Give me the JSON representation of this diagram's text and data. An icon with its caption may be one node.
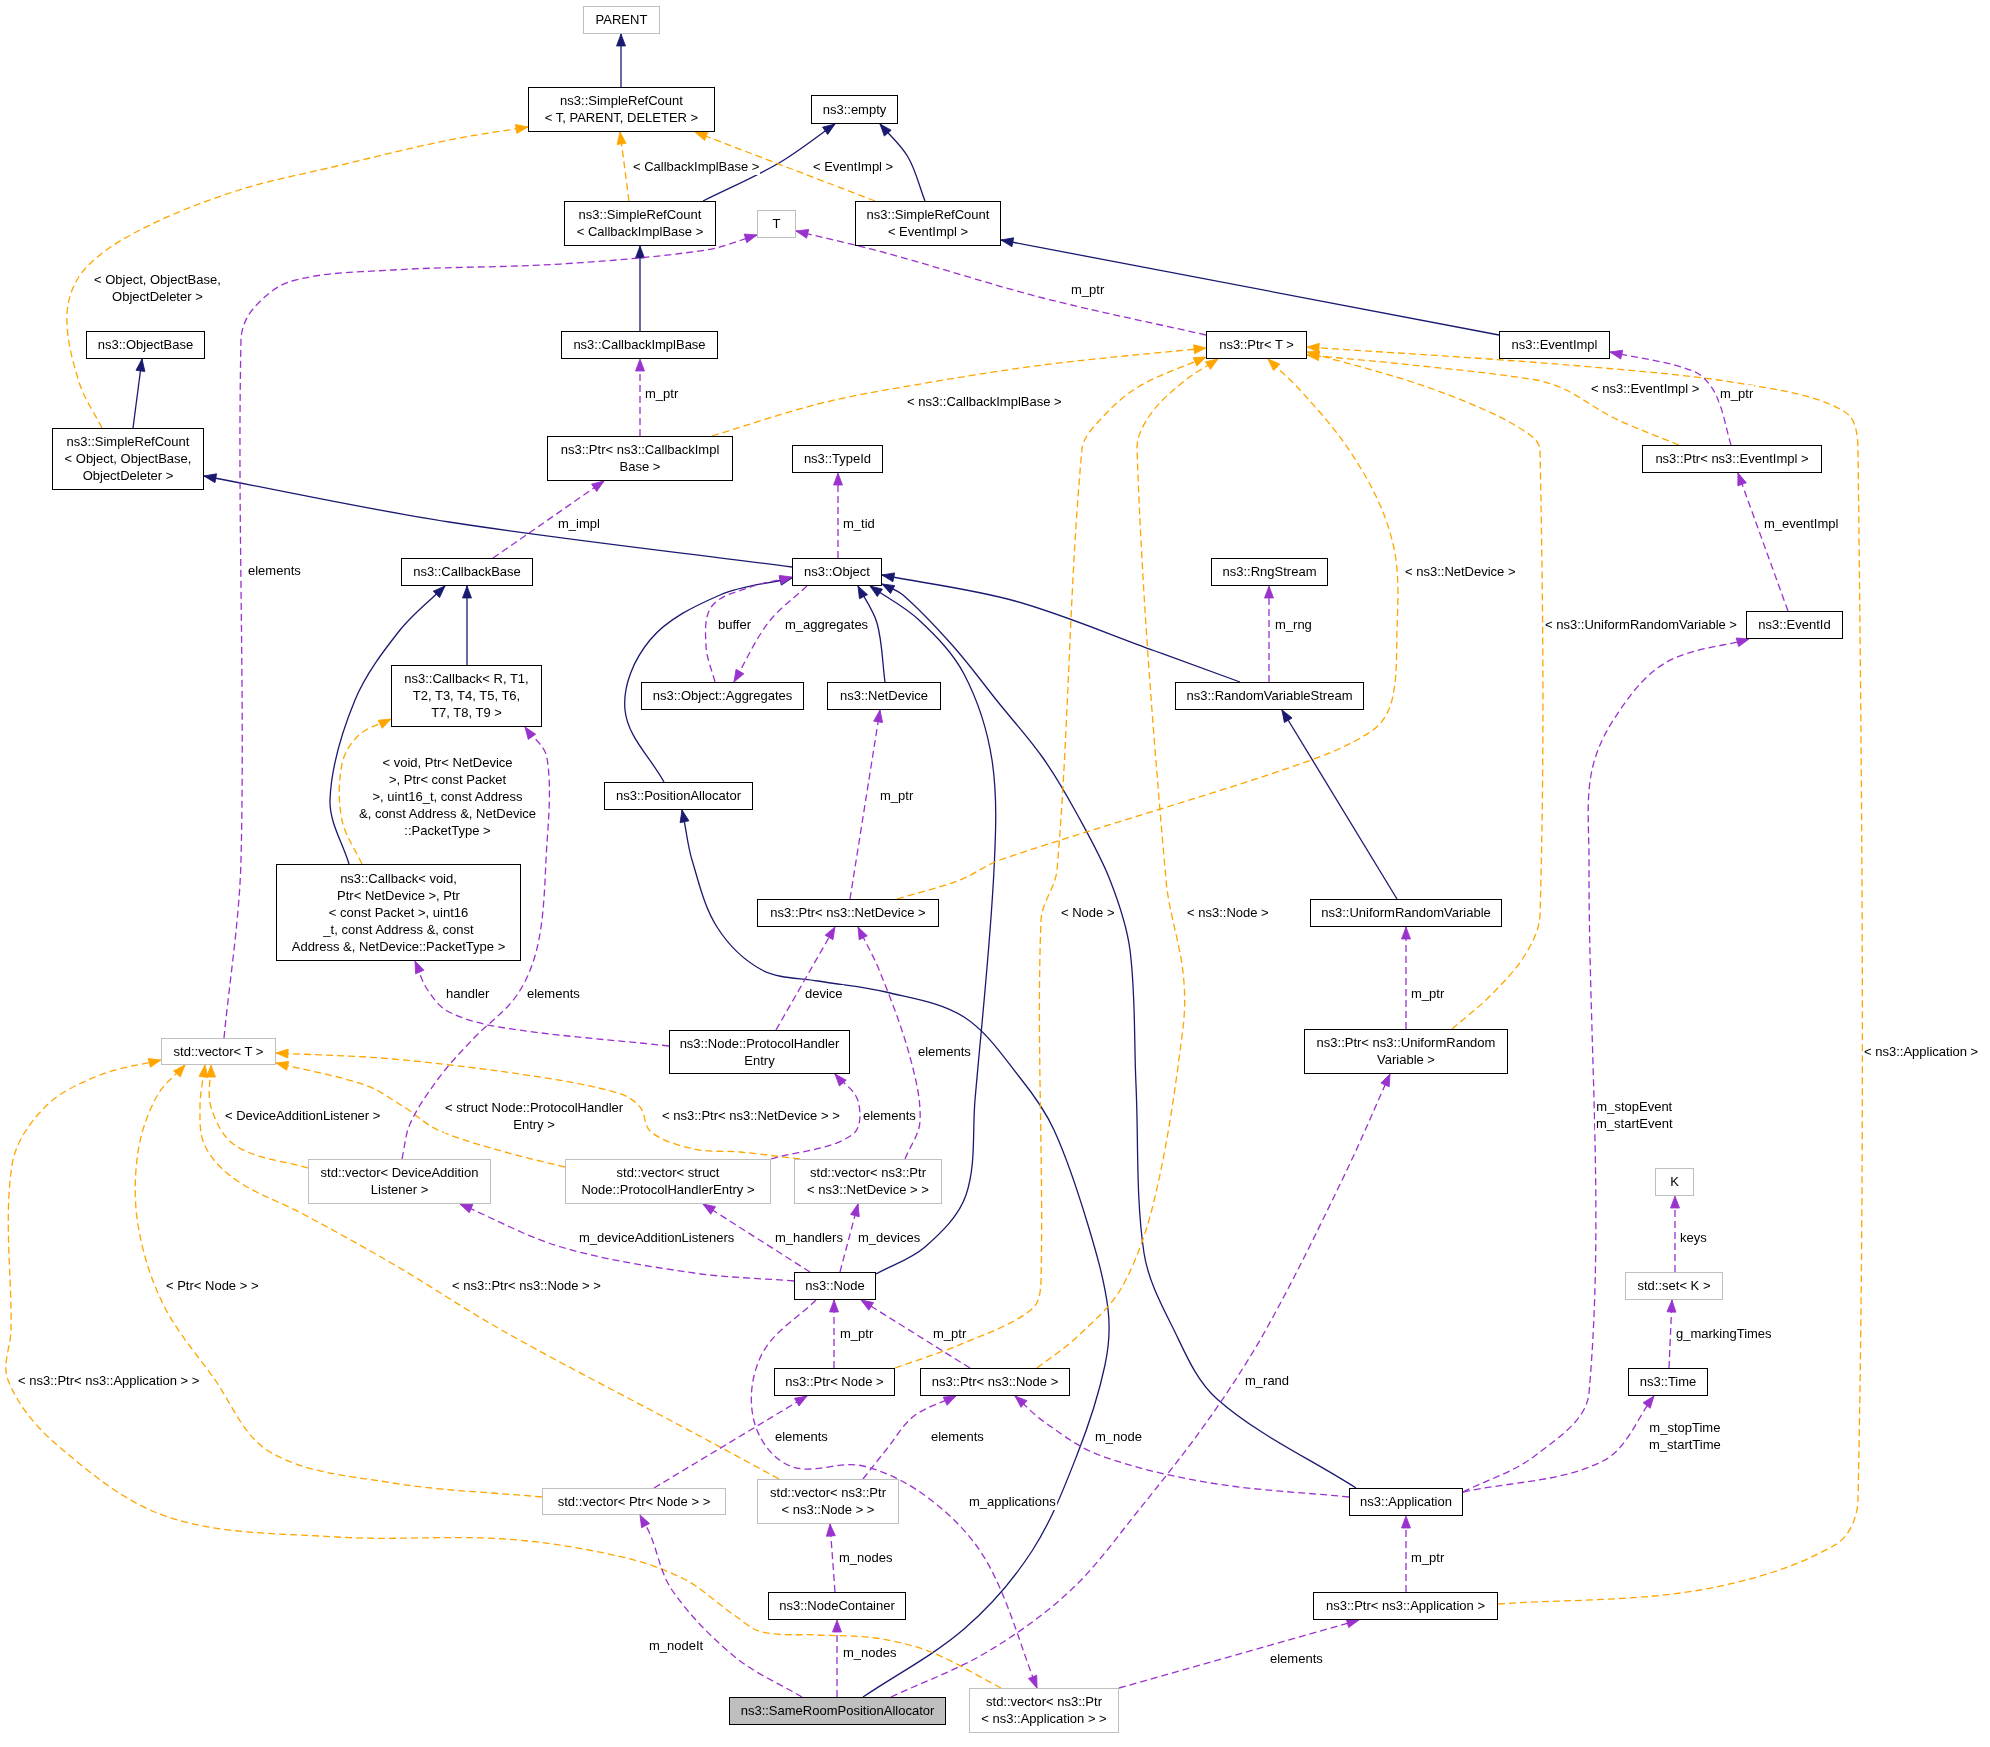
{
  "diagram": {
    "nodes": [
      {
        "text": [
          "PARENT"
        ]
      },
      {
        "text": [
          "ns3::SimpleRefCount < T, PARENT, DELETER >"
        ]
      },
      {
        "text": [
          "ns3::empty"
        ]
      },
      {
        "text": [
          "ns3::SimpleRefCount < CallbackImplBase >"
        ]
      },
      {
        "text": [
          "T"
        ]
      },
      {
        "text": [
          "ns3::SimpleRefCount < EventImpl >"
        ]
      },
      {
        "text": [
          "ns3::ObjectBase"
        ]
      },
      {
        "text": [
          "ns3::CallbackImplBase"
        ]
      },
      {
        "text": [
          "ns3::Ptr< T >"
        ]
      },
      {
        "text": [
          "ns3::EventImpl"
        ]
      },
      {
        "text": [
          "ns3::SimpleRefCount < Object, ObjectBase, ObjectDeleter >"
        ]
      },
      {
        "text": [
          "ns3::Ptr< ns3::CallbackImpl Base >"
        ]
      },
      {
        "text": [
          "ns3::TypeId"
        ]
      },
      {
        "text": [
          "ns3::Ptr< ns3::EventImpl >"
        ]
      },
      {
        "text": [
          "ns3::CallbackBase"
        ]
      },
      {
        "text": [
          "ns3::Object"
        ]
      },
      {
        "text": [
          "ns3::RngStream"
        ]
      },
      {
        "text": [
          "ns3::EventId"
        ]
      },
      {
        "text": [
          "ns3::Callback< R, T1, T2, T3, T4, T5, T6, T7, T8, T9 >"
        ]
      },
      {
        "text": [
          "ns3::Object::Aggregates"
        ]
      },
      {
        "text": [
          "ns3::NetDevice"
        ]
      },
      {
        "text": [
          "ns3::RandomVariableStream"
        ]
      },
      {
        "text": [
          "ns3::PositionAllocator"
        ]
      },
      {
        "text": [
          "ns3::Callback< void, Ptr< NetDevice >, Ptr < const Packet >, uint16 _t, const Address &, const Address &, NetDevice::PacketType >"
        ]
      },
      {
        "text": [
          "ns3::Ptr< ns3::NetDevice >"
        ]
      },
      {
        "text": [
          "ns3::UniformRandomVariable"
        ]
      },
      {
        "text": [
          "std::vector< T >"
        ]
      },
      {
        "text": [
          "ns3::Node::ProtocolHandler Entry"
        ]
      },
      {
        "text": [
          "ns3::Ptr< ns3::UniformRandom Variable >"
        ]
      },
      {
        "text": [
          "std::vector< DeviceAddition Listener >"
        ]
      },
      {
        "text": [
          "std::vector< struct Node::ProtocolHandlerEntry >"
        ]
      },
      {
        "text": [
          "std::vector< ns3::Ptr < ns3::NetDevice > >"
        ]
      },
      {
        "text": [
          "K"
        ]
      },
      {
        "text": [
          "std::set< K >"
        ]
      },
      {
        "text": [
          "ns3::Node"
        ]
      },
      {
        "text": [
          "ns3::Time"
        ]
      },
      {
        "text": [
          "ns3::Ptr< Node >"
        ]
      },
      {
        "text": [
          "ns3::Ptr< ns3::Node >"
        ]
      },
      {
        "text": [
          "std::vector< Ptr< Node > >"
        ]
      },
      {
        "text": [
          "std::vector< ns3::Ptr < ns3::Node > >"
        ]
      },
      {
        "text": [
          "ns3::Application"
        ]
      },
      {
        "text": [
          "ns3::NodeContainer"
        ]
      },
      {
        "text": [
          "ns3::Ptr< ns3::Application >"
        ]
      },
      {
        "text": [
          "ns3::SameRoomPositionAllocator"
        ]
      },
      {
        "text": [
          "std::vector< ns3::Ptr < ns3::Application > >"
        ]
      }
    ],
    "edges": [
      {
        "from": 1,
        "to": 0,
        "arrow": "to",
        "color": "#191970"
      },
      {
        "from": 3,
        "to": 2,
        "arrow": "to",
        "color": "#191970"
      },
      {
        "from": 5,
        "to": 2,
        "arrow": "to",
        "color": "#191970"
      },
      {
        "from": 7,
        "to": 3,
        "arrow": "to",
        "color": "#191970"
      },
      {
        "from": 9,
        "to": 5,
        "arrow": "to",
        "color": "#191970"
      },
      {
        "from": 10,
        "to": 6,
        "arrow": "to",
        "color": "#191970"
      },
      {
        "from": 15,
        "to": 10,
        "arrow": "to",
        "color": "#191970"
      },
      {
        "from": 18,
        "to": 14,
        "arrow": "to",
        "color": "#191970"
      },
      {
        "from": 23,
        "to": 14,
        "arrow": "to",
        "color": "#191970"
      },
      {
        "from": 22,
        "to": 15,
        "arrow": "to",
        "color": "#191970"
      },
      {
        "from": 20,
        "to": 15,
        "arrow": "to",
        "color": "#191970"
      },
      {
        "from": 34,
        "to": 15,
        "arrow": "to",
        "color": "#191970"
      },
      {
        "from": 40,
        "to": 15,
        "arrow": "to",
        "color": "#191970"
      },
      {
        "from": 21,
        "to": 15,
        "arrow": "to",
        "color": "#191970"
      },
      {
        "from": 25,
        "to": 21,
        "arrow": "to",
        "color": "#191970"
      },
      {
        "from": 43,
        "to": 22,
        "arrow": "to",
        "color": "#191970"
      },
      {
        "from": 3,
        "to": 1,
        "arrow": "to",
        "label": "< CallbackImplBase >",
        "style": "dashed",
        "color": "#ffa500"
      },
      {
        "from": 5,
        "to": 1,
        "arrow": "to",
        "label": "< EventImpl >",
        "style": "dashed",
        "color": "#ffa500"
      },
      {
        "from": 10,
        "to": 1,
        "arrow": "to",
        "label": "< Object, ObjectBase, ObjectDeleter >",
        "style": "dashed",
        "color": "#ffa500"
      },
      {
        "from": 11,
        "to": 8,
        "arrow": "to",
        "label": "< ns3::CallbackImplBase >",
        "style": "dashed",
        "color": "#ffa500"
      },
      {
        "from": 13,
        "to": 8,
        "arrow": "to",
        "label": "< ns3::EventImpl >",
        "style": "dashed",
        "color": "#ffa500"
      },
      {
        "from": 24,
        "to": 8,
        "arrow": "to",
        "label": "< ns3::NetDevice >",
        "style": "dashed",
        "color": "#ffa500"
      },
      {
        "from": 28,
        "to": 8,
        "arrow": "to",
        "label": "< ns3::UniformRandomVariable >",
        "style": "dashed",
        "color": "#ffa500"
      },
      {
        "from": 42,
        "to": 8,
        "arrow": "to",
        "label": "< ns3::Application >",
        "style": "dashed",
        "color": "#ffa500"
      },
      {
        "from": 36,
        "to": 8,
        "arrow": "to",
        "label": "< Node >",
        "style": "dashed",
        "color": "#ffa500"
      },
      {
        "from": 37,
        "to": 8,
        "arrow": "to",
        "label": "< ns3::Node >",
        "style": "dashed",
        "color": "#ffa500"
      },
      {
        "from": 23,
        "to": 18,
        "arrow": "to",
        "label": "< void, Ptr< NetDevice >, Ptr< const Packet >, uint16_t, const Address &, const Address &, NetDevice ::PacketType >",
        "style": "dashed",
        "color": "#ffa500"
      },
      {
        "from": 29,
        "to": 26,
        "arrow": "to",
        "label": "< DeviceAdditionListener >",
        "style": "dashed",
        "color": "#ffa500"
      },
      {
        "from": 30,
        "to": 26,
        "arrow": "to",
        "label": "< struct Node::ProtocolHandler Entry >",
        "style": "dashed",
        "color": "#ffa500"
      },
      {
        "from": 31,
        "to": 26,
        "arrow": "to",
        "label": "< ns3::Ptr< ns3::NetDevice > >",
        "style": "dashed",
        "color": "#ffa500"
      },
      {
        "from": 38,
        "to": 26,
        "arrow": "to",
        "label": "< Ptr< Node > >",
        "style": "dashed",
        "color": "#ffa500"
      },
      {
        "from": 39,
        "to": 26,
        "arrow": "to",
        "label": "< ns3::Ptr< ns3::Node > >",
        "style": "dashed",
        "color": "#ffa500"
      },
      {
        "from": 44,
        "to": 26,
        "arrow": "to",
        "label": "< ns3::Ptr< ns3::Application > >",
        "style": "dashed",
        "color": "#ffa500"
      },
      {
        "from": 8,
        "to": 4,
        "arrow": "to",
        "label": "m_ptr",
        "style": "dashed"
      },
      {
        "from": 26,
        "to": 4,
        "arrow": "to",
        "label": "elements",
        "style": "dashed"
      },
      {
        "from": 11,
        "to": 7,
        "arrow": "to",
        "label": "m_ptr",
        "style": "dashed"
      },
      {
        "from": 14,
        "to": 11,
        "arrow": "to",
        "label": "m_impl",
        "style": "dashed"
      },
      {
        "from": 15,
        "to": 12,
        "arrow": "to",
        "label": "m_tid",
        "style": "dashed"
      },
      {
        "from": 19,
        "to": 15,
        "arrow": "to",
        "label": "buffer",
        "style": "dashed"
      },
      {
        "from": 15,
        "to": 19,
        "arrow": "to",
        "label": "m_aggregates",
        "style": "dashed"
      },
      {
        "from": 21,
        "to": 16,
        "arrow": "to",
        "label": "m_rng",
        "style": "dashed"
      },
      {
        "from": 13,
        "to": 9,
        "arrow": "to",
        "label": "m_ptr",
        "style": "dashed"
      },
      {
        "from": 17,
        "to": 13,
        "arrow": "to",
        "label": "m_eventImpl",
        "style": "dashed"
      },
      {
        "from": 24,
        "to": 20,
        "arrow": "to",
        "label": "m_ptr",
        "style": "dashed"
      },
      {
        "from": 27,
        "to": 23,
        "arrow": "to",
        "label": "handler",
        "style": "dashed"
      },
      {
        "from": 27,
        "to": 24,
        "arrow": "to",
        "label": "device",
        "style": "dashed"
      },
      {
        "from": 29,
        "to": 18,
        "arrow": "to",
        "label": "elements",
        "style": "dashed"
      },
      {
        "from": 30,
        "to": 27,
        "arrow": "to",
        "label": "elements",
        "style": "dashed"
      },
      {
        "from": 31,
        "to": 24,
        "arrow": "to",
        "label": "elements",
        "style": "dashed"
      },
      {
        "from": 34,
        "to": 29,
        "arrow": "to",
        "label": "m_deviceAdditionListeners",
        "style": "dashed"
      },
      {
        "from": 34,
        "to": 30,
        "arrow": "to",
        "label": "m_handlers",
        "style": "dashed"
      },
      {
        "from": 34,
        "to": 31,
        "arrow": "to",
        "label": "m_devices",
        "style": "dashed"
      },
      {
        "from": 36,
        "to": 34,
        "arrow": "to",
        "label": "m_ptr",
        "style": "dashed"
      },
      {
        "from": 37,
        "to": 34,
        "arrow": "to",
        "label": "m_ptr",
        "style": "dashed"
      },
      {
        "from": 38,
        "to": 36,
        "arrow": "to",
        "label": "elements",
        "style": "dashed"
      },
      {
        "from": 39,
        "to": 37,
        "arrow": "to",
        "label": "elements",
        "style": "dashed"
      },
      {
        "from": 41,
        "to": 39,
        "arrow": "to",
        "label": "m_nodes",
        "style": "dashed"
      },
      {
        "from": 43,
        "to": 41,
        "arrow": "to",
        "label": "m_nodes",
        "style": "dashed"
      },
      {
        "from": 43,
        "to": 38,
        "arrow": "to",
        "label": "m_nodeIt",
        "style": "dashed"
      },
      {
        "from": 43,
        "to": 28,
        "arrow": "to",
        "label": "m_rand",
        "style": "dashed"
      },
      {
        "from": 34,
        "to": 44,
        "arrow": "to",
        "label": "m_applications",
        "style": "dashed"
      },
      {
        "from": 44,
        "to": 42,
        "arrow": "to",
        "label": "elements",
        "style": "dashed"
      },
      {
        "from": 42,
        "to": 40,
        "arrow": "to",
        "label": "m_ptr",
        "style": "dashed"
      },
      {
        "from": 40,
        "to": 37,
        "arrow": "to",
        "label": "m_node",
        "style": "dashed"
      },
      {
        "from": 40,
        "to": 17,
        "arrow": "to",
        "label": "m_stopEvent m_startEvent",
        "style": "dashed"
      },
      {
        "from": 40,
        "to": 35,
        "arrow": "to",
        "label": "m_stopTime m_startTime",
        "style": "dashed"
      },
      {
        "from": 35,
        "to": 33,
        "arrow": "to",
        "label": "g_markingTimes",
        "style": "dashed"
      },
      {
        "from": 33,
        "to": 32,
        "arrow": "to",
        "label": "keys",
        "style": "dashed"
      },
      {
        "from": 28,
        "to": 25,
        "arrow": "to",
        "label": "m_ptr",
        "style": "dashed"
      }
    ]
  }
}
